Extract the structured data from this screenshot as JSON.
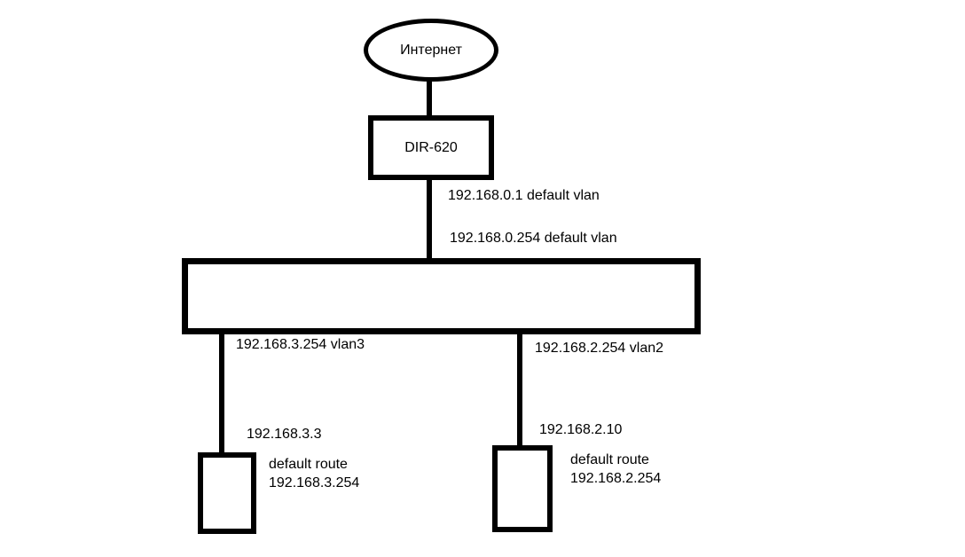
{
  "diagram": {
    "internet": {
      "label": "Интернет"
    },
    "router": {
      "label": "DIR-620"
    },
    "links": {
      "router_wan_label": "192.168.0.1 default vlan",
      "switch_uplink_label": "192.168.0.254 default vlan",
      "vlan3_label": "192.168.3.254 vlan3",
      "vlan2_label": "192.168.2.254 vlan2"
    },
    "host_left": {
      "ip": "192.168.3.3",
      "route_line1": "default route",
      "route_line2": "192.168.3.254"
    },
    "host_right": {
      "ip": "192.168.2.10",
      "route_line1": "default route",
      "route_line2": "192.168.2.254"
    },
    "colors": {
      "stroke": "#000000",
      "background": "#ffffff"
    }
  }
}
